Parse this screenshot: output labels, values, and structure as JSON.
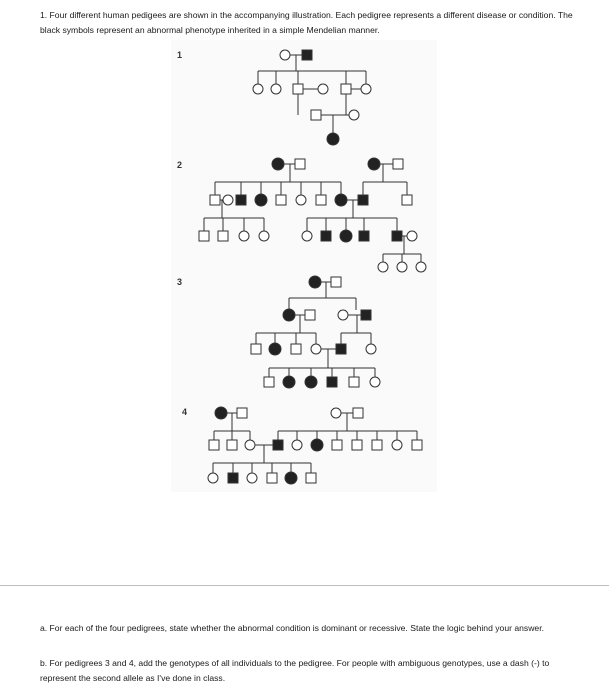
{
  "intro": "1. Four different human pedigees are shown in the accompanying illustration. Each pedigree represents a different disease or condition. The black symbols represent an abnormal phenotype inherited in a simple Mendelian manner.",
  "figure": {
    "pedigrees": [
      {
        "label": "1"
      },
      {
        "label": "2"
      },
      {
        "label": "3"
      },
      {
        "label": "4"
      }
    ]
  },
  "questions": {
    "a": "a. For each of the four pedigrees, state whether the abnormal condition is dominant or recessive. State the logic behind your answer.",
    "b": "b. For pedigrees 3 and 4, add the genotypes of all individuals to the pedigree. For people with ambiguous genotypes, use a dash (-) to represent the second allele as I've done in class."
  }
}
